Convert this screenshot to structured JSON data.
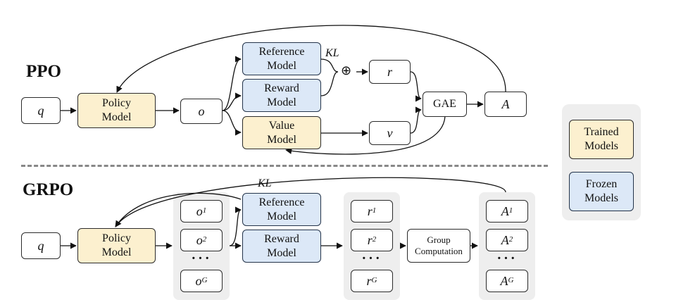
{
  "ppo": {
    "title": "PPO",
    "q": "q",
    "policy_model": "Policy\nModel",
    "o": "o",
    "reference_model": "Reference\nModel",
    "reward_model": "Reward\nModel",
    "value_model": "Value\nModel",
    "kl": "KL",
    "plus": "⊕",
    "r": "r",
    "v": "v",
    "gae": "GAE",
    "a": "A"
  },
  "grpo": {
    "title": "GRPO",
    "q": "q",
    "policy_model": "Policy\nModel",
    "kl": "KL",
    "reference_model": "Reference\nModel",
    "reward_model": "Reward\nModel",
    "outputs": [
      "o",
      "o",
      "o"
    ],
    "output_subs": [
      "1",
      "2",
      "G"
    ],
    "rewards": [
      "r",
      "r",
      "r"
    ],
    "reward_subs": [
      "1",
      "2",
      "G"
    ],
    "advantages": [
      "A",
      "A",
      "A"
    ],
    "advantage_subs": [
      "1",
      "2",
      "G"
    ],
    "dots": "···",
    "group_computation": "Group\nComputation"
  },
  "legend": {
    "trained": "Trained\nModels",
    "frozen": "Frozen\nModels"
  },
  "colors": {
    "trained_fill": "#fcf0cf",
    "frozen_fill": "#dce8f7",
    "panel_gray": "#eeeeee",
    "divider": "#888888"
  }
}
